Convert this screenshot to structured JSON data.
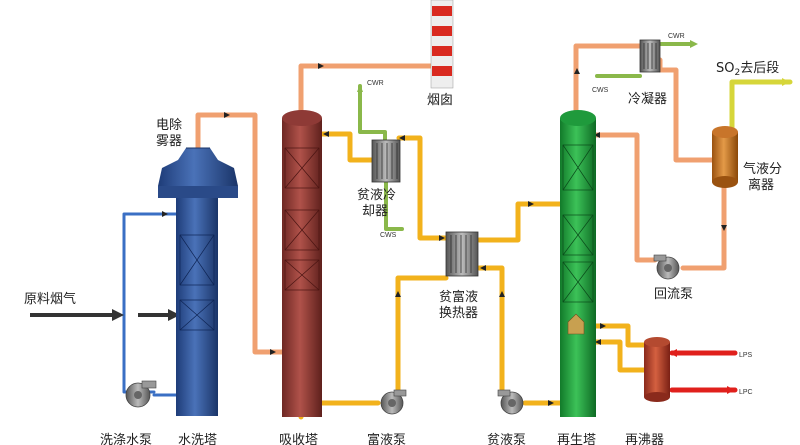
{
  "labels": {
    "raw_flue_gas": "原料烟气",
    "electrostatic_demister_1": "电除",
    "electrostatic_demister_2": "雾器",
    "chimney": "烟囱",
    "lean_cooler_1": "贫液冷",
    "lean_cooler_2": "却器",
    "rich_lean_exchanger_1": "贫富液",
    "rich_lean_exchanger_2": "换热器",
    "condenser": "冷凝器",
    "so2_out_prefix": "SO",
    "so2_out_sub": "2",
    "so2_out_suffix": "去后段",
    "separator_1": "气液分",
    "separator_2": "离器",
    "reflux_pump": "回流泵",
    "wash_water_pump": "洗涤水泵",
    "water_wash_tower": "水洗塔",
    "absorber": "吸收塔",
    "rich_pump": "富液泵",
    "lean_pump": "贫液泵",
    "regenerator": "再生塔",
    "reboiler": "再沸器",
    "cwr_top": "CWR",
    "cws_top": "CWS",
    "cwr_mid": "CWR",
    "cws_mid": "CWS",
    "lps": "LPS",
    "lpc": "LPC"
  },
  "colors": {
    "water_line": "#3a6fc4",
    "flue_gas_line": "#f0a070",
    "rich_liquid_line": "#f2b21c",
    "cooling_water_line": "#8ab84a",
    "steam_line": "#e0201c",
    "water_wash_tower": "#2d4f8f",
    "absorber": "#8e3a36",
    "regenerator": "#1f9a3c",
    "vessel": "#c8752a",
    "chimney_red": "#d92a20"
  }
}
